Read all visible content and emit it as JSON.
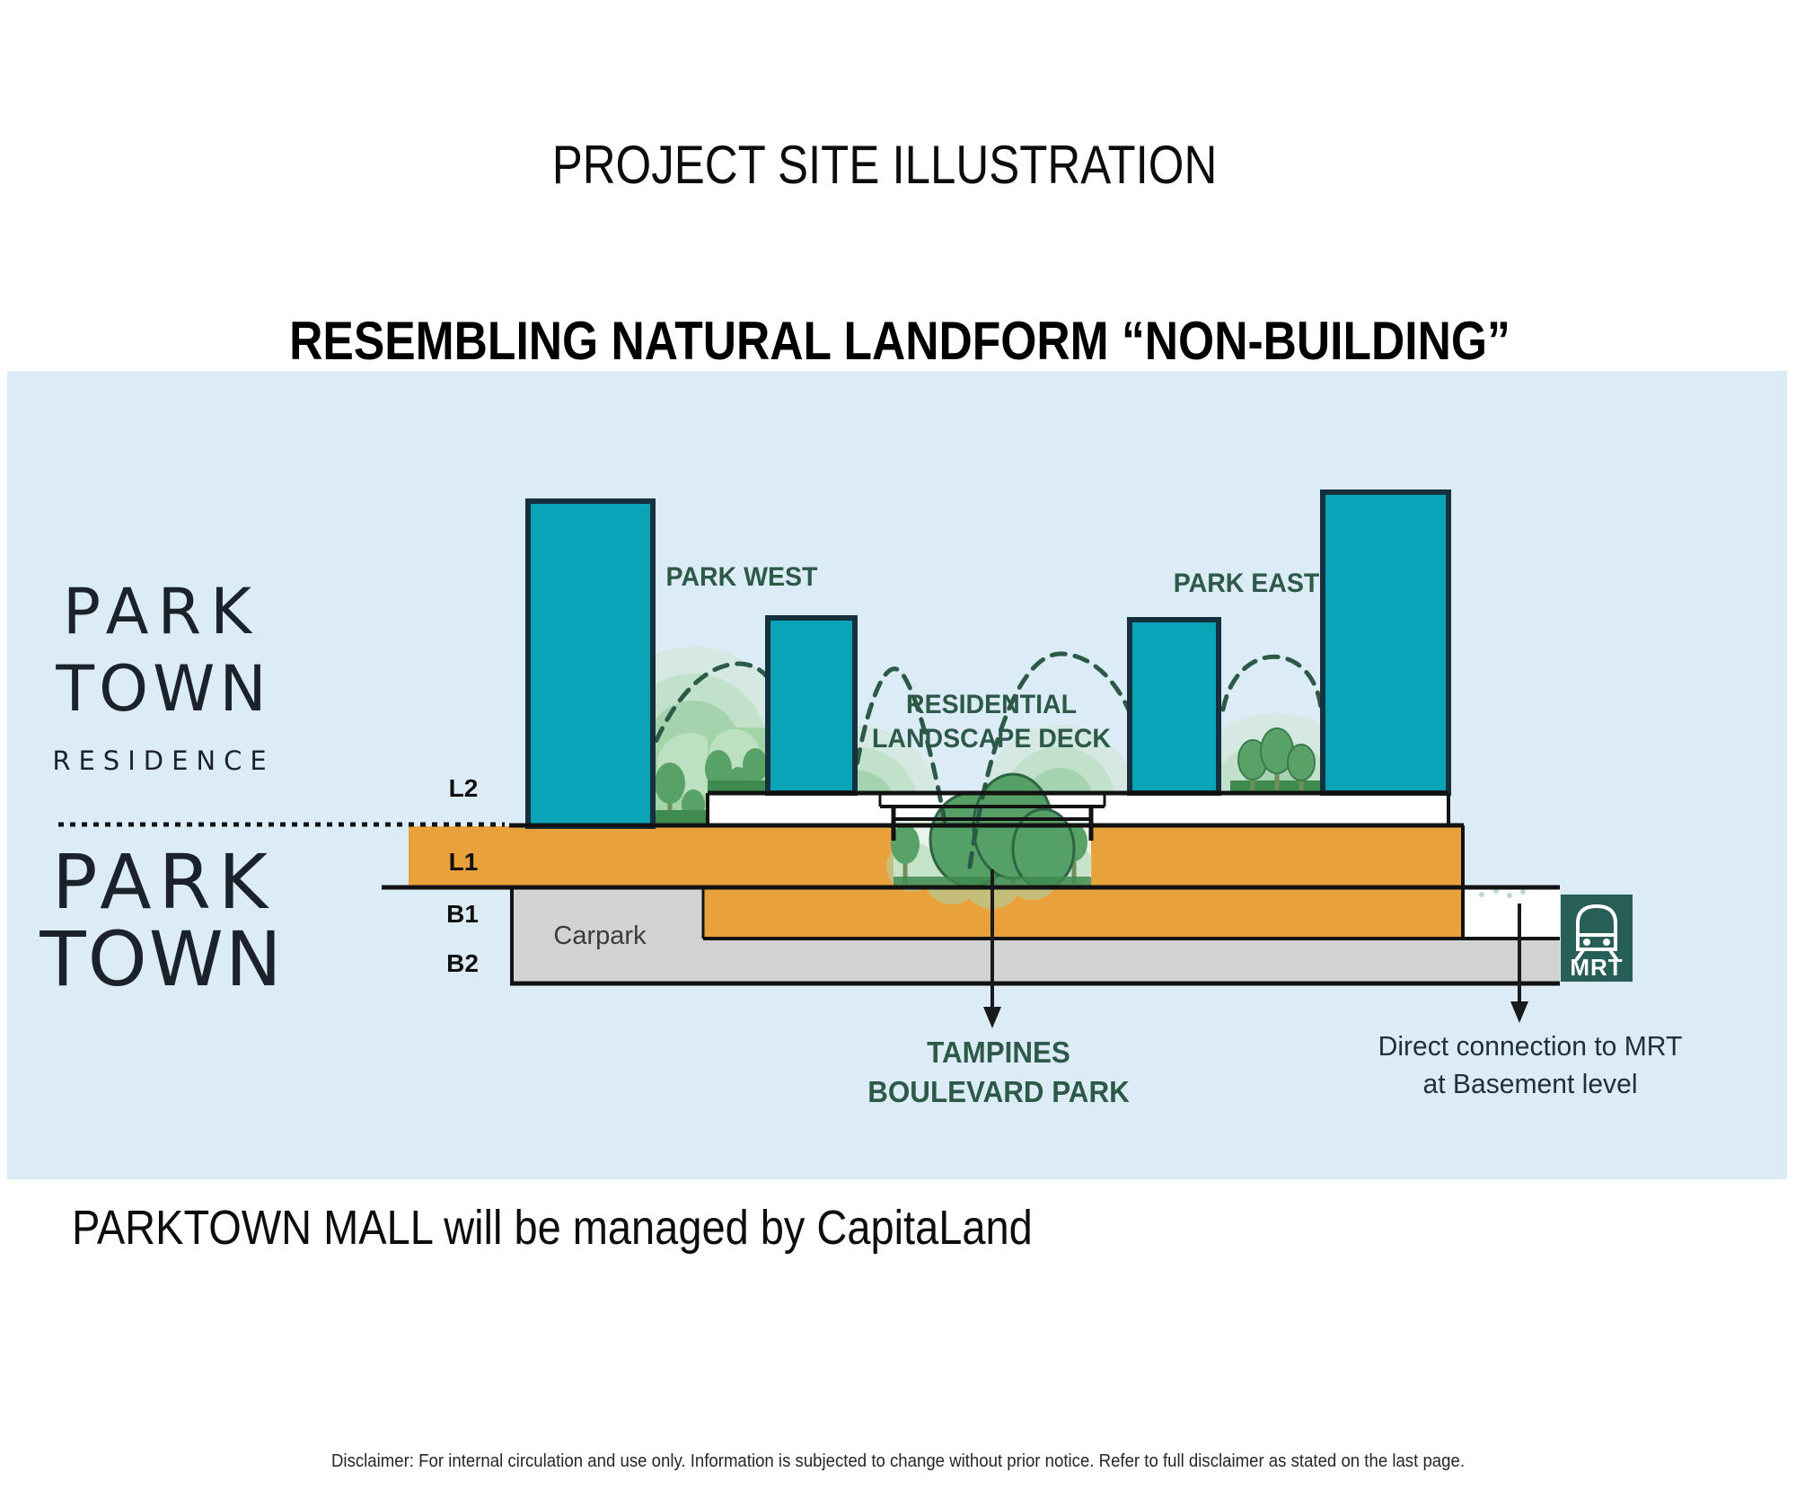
{
  "title": "PROJECT SITE ILLUSTRATION",
  "subtitle": "RESEMBLING NATURAL LANDFORM “NON-BUILDING”",
  "logos": {
    "residence": {
      "line1": "PARK",
      "line2": "TOWN",
      "line3": "RESIDENCE"
    },
    "parktown": {
      "line1": "PARK",
      "line2": "TOWN"
    }
  },
  "diagram": {
    "labels": {
      "park_west": "PARK WEST",
      "park_east": "PARK EAST",
      "residential_deck_line1": "RESIDENTIAL",
      "residential_deck_line2": "LANDSCAPE DECK",
      "carpark": "Carpark",
      "tampines_line1": "TAMPINES",
      "tampines_line2": "BOULEVARD PARK",
      "mrt_connection_line1": "Direct connection to MRT",
      "mrt_connection_line2": "at Basement level",
      "mrt_badge": "MRT"
    },
    "levels": [
      {
        "label": "L2"
      },
      {
        "label": "L1"
      },
      {
        "label": "B1"
      },
      {
        "label": "B2"
      }
    ]
  },
  "footer_note": "PARKTOWN MALL will be managed by CapitaLand",
  "disclaimer": "Disclaimer: For internal circulation and use only. Information is subjected to change without prior notice. Refer to full disclaimer as stated on the last page.",
  "colors": {
    "panel_bg": "#dcecf7",
    "tower_fill": "#0aa4b8",
    "tower_outline": "#15313d",
    "deck_orange": "#e9a23b",
    "carpark_gray": "#d2d2d2",
    "line_black": "#121212",
    "label_green": "#2d5948",
    "mrt_green": "#275f58",
    "text_dark": "#1b222c"
  }
}
